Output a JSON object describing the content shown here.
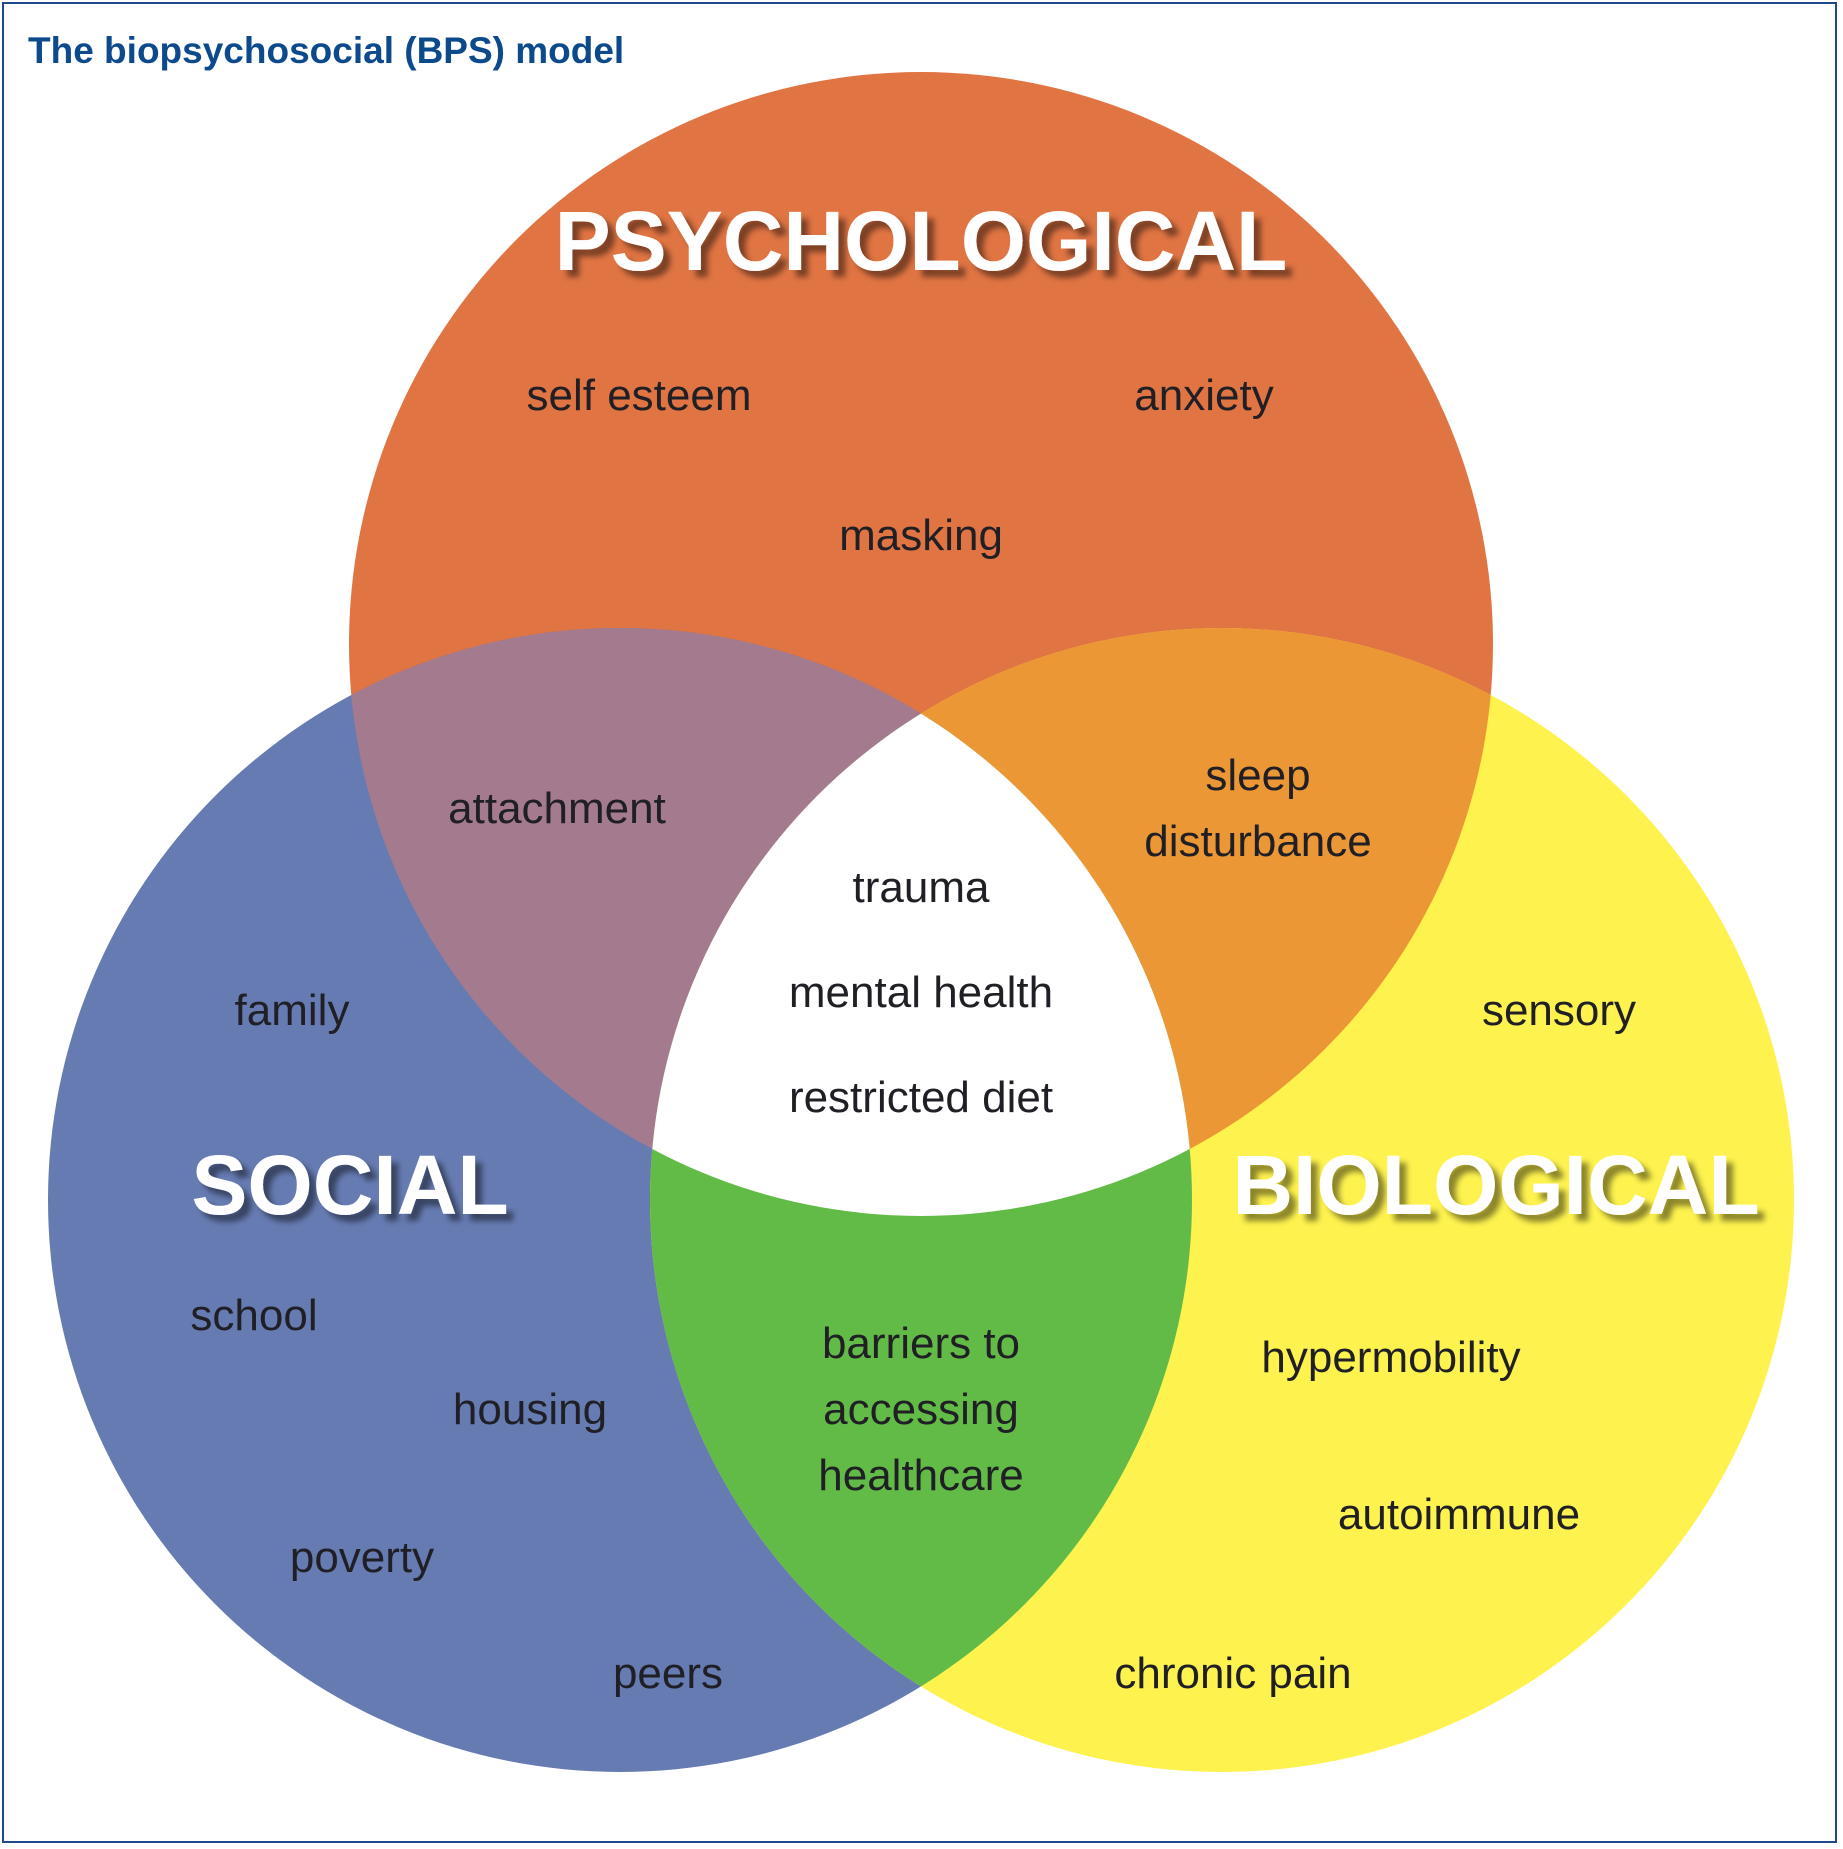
{
  "title": "The biopsychosocial (BPS) model",
  "colors": {
    "border": "#1e4a8a",
    "title": "#0c4a8c",
    "psychological": "#e07443",
    "social": "#667bb2",
    "biological": "#fdf24e",
    "psych_social": "#a47a8f",
    "psych_bio": "#ec9735",
    "social_bio": "#63bb47",
    "center": "#ffffff",
    "text": "#1f1f25",
    "label": "#ffffff"
  },
  "sets": {
    "psychological": {
      "label": "PSYCHOLOGICAL",
      "items": [
        "self esteem",
        "anxiety",
        "masking"
      ]
    },
    "social": {
      "label": "SOCIAL",
      "items": [
        "family",
        "school",
        "housing",
        "poverty",
        "peers"
      ]
    },
    "biological": {
      "label": "BIOLOGICAL",
      "items": [
        "sensory",
        "hypermobility",
        "autoimmune",
        "chronic pain"
      ]
    }
  },
  "overlaps": {
    "psych_social": [
      "attachment"
    ],
    "psych_bio": [
      "sleep",
      "disturbance"
    ],
    "social_bio": [
      "barriers to",
      "accessing",
      "healthcare"
    ],
    "all_three": [
      "trauma",
      "mental health",
      "restricted diet"
    ]
  }
}
